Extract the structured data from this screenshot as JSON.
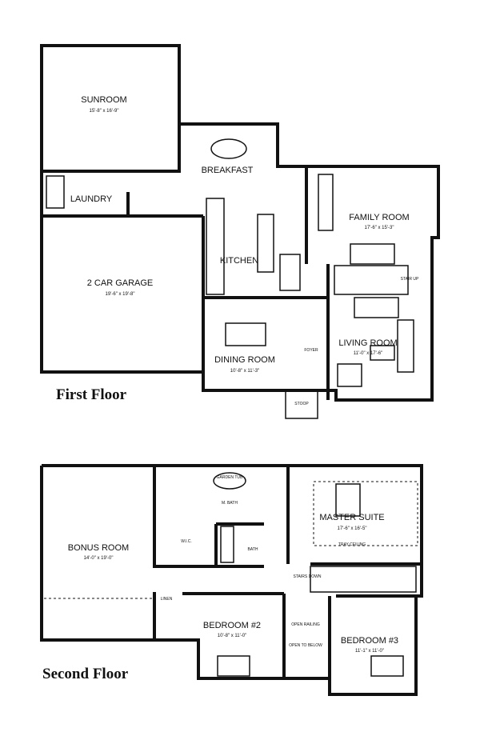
{
  "first_floor": {
    "title": "First Floor",
    "rooms": {
      "sunroom": {
        "name": "SUNROOM",
        "size": "15'-8\" x 16'-9\""
      },
      "breakfast": {
        "name": "BREAKFAST"
      },
      "laundry": {
        "name": "LAUNDRY"
      },
      "garage": {
        "name": "2 CAR GARAGE",
        "size": "19'-6\" x 19'-8\""
      },
      "kitchen": {
        "name": "KITCHEN"
      },
      "family": {
        "name": "FAMILY ROOM",
        "size": "17'-6\" x 15'-3\""
      },
      "dining": {
        "name": "DINING ROOM",
        "size": "10'-8\" x 11'-3\""
      },
      "foyer": {
        "name": "FOYER"
      },
      "living": {
        "name": "LIVING ROOM",
        "size": "11'-0\" x 17'-6\""
      },
      "stoop": {
        "name": "STOOP"
      },
      "stairs": {
        "name": "STAIR UP"
      }
    }
  },
  "second_floor": {
    "title": "Second Floor",
    "rooms": {
      "bonus": {
        "name": "BONUS ROOM",
        "size": "14'-0\" x 19'-0\""
      },
      "mbath": {
        "name": "M. BATH"
      },
      "garden_tub": {
        "name": "GARDEN TUB"
      },
      "wic": {
        "name": "W.I.C."
      },
      "bath": {
        "name": "BATH"
      },
      "master": {
        "name": "MASTER SUITE",
        "size": "17'-6\" x 16'-5\""
      },
      "tray": {
        "name": "TRAY CEILING"
      },
      "stairs": {
        "name": "STAIRS DOWN"
      },
      "linen": {
        "name": "LINEN"
      },
      "bed2": {
        "name": "BEDROOM #2",
        "size": "10'-8\" x 11'-0\""
      },
      "open_below": {
        "name": "OPEN TO BELOW"
      },
      "open_rail": {
        "name": "OPEN RAILING"
      },
      "bed3": {
        "name": "BEDROOM #3",
        "size": "11'-1\" x 11'-0\""
      }
    }
  }
}
